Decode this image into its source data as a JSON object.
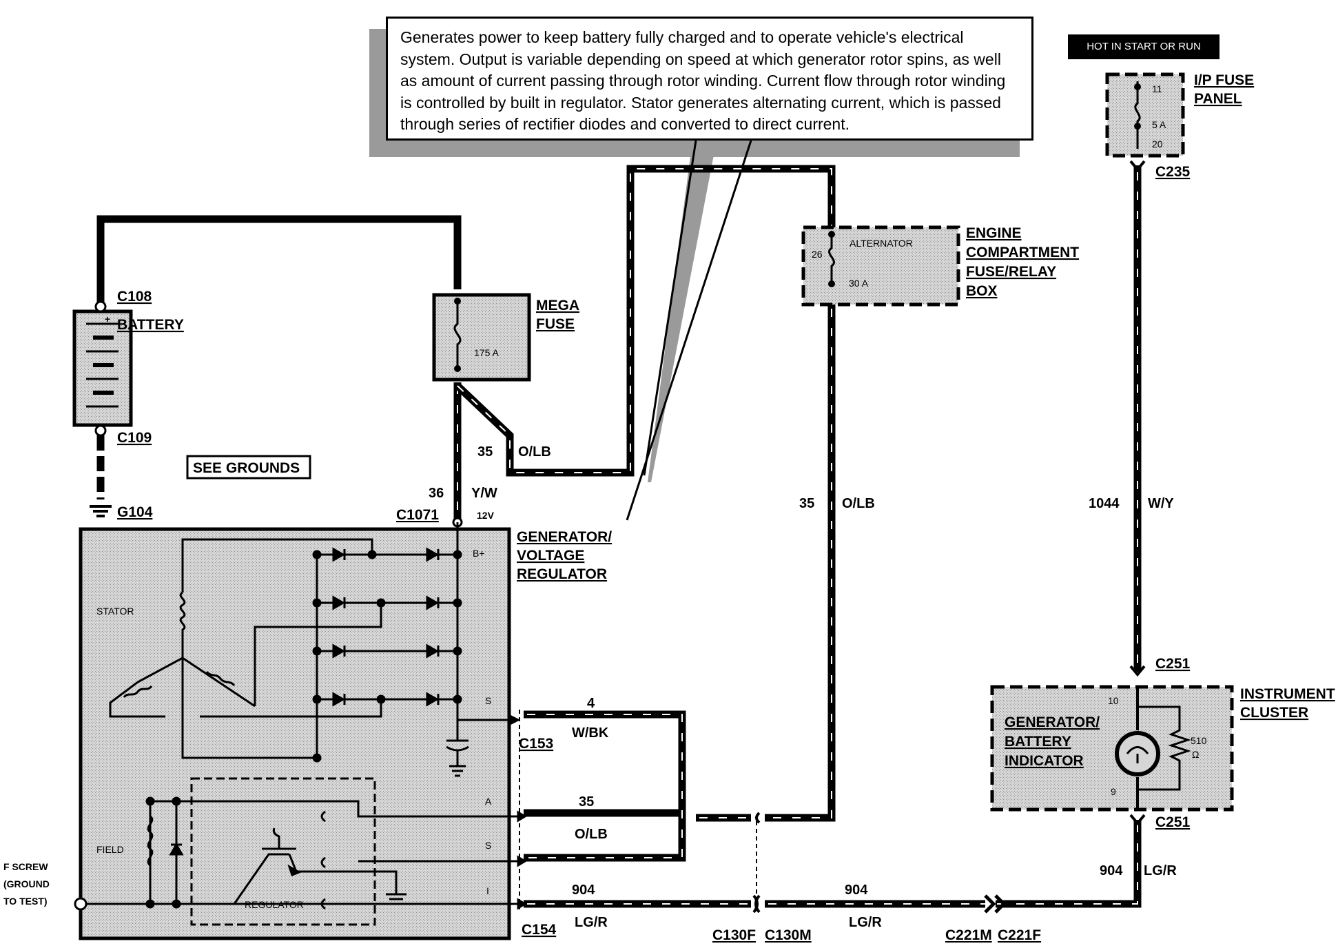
{
  "note": "Generates power to keep battery fully charged and to operate vehicle's electrical system. Output is variable depending on speed at which generator rotor spins, as well as amount of current passing through rotor winding. Current flow through rotor winding is controlled by built in regulator. Stator generates alternating current, which is passed through series of rectifier diodes and converted to direct current.",
  "hot_label": "HOT IN START OR RUN",
  "components": {
    "battery": "BATTERY",
    "mega_fuse_1": "MEGA",
    "mega_fuse_2": "FUSE",
    "mega_fuse_rating": "175 A",
    "ip_fuse_1": "I/P FUSE",
    "ip_fuse_2": "PANEL",
    "ip_fuse_num": "11",
    "ip_fuse_rating": "5 A",
    "ip_fuse_pin": "20",
    "engine_1": "ENGINE",
    "engine_2": "COMPARTMENT",
    "engine_3": "FUSE/RELAY",
    "engine_4": "BOX",
    "alternator_fuse": "ALTERNATOR",
    "alternator_num": "26",
    "alternator_rating": "30 A",
    "gen_1": "GENERATOR/",
    "gen_2": "VOLTAGE",
    "gen_3": "REGULATOR",
    "stator": "STATOR",
    "field": "FIELD",
    "regulator": "REGULATOR",
    "bplus": "B+",
    "term_s1": "S",
    "term_a": "A",
    "term_s2": "S",
    "term_i": "I",
    "cluster_1": "INSTRUMENT",
    "cluster_2": "CLUSTER",
    "indicator_1": "GENERATOR/",
    "indicator_2": "BATTERY",
    "indicator_3": "INDICATOR",
    "resistor": "510",
    "ohm": "Ω",
    "pin10": "10",
    "pin9": "9",
    "see_grounds": "SEE GROUNDS",
    "fscrew_1": "F SCREW",
    "fscrew_2": "(GROUND",
    "fscrew_3": "TO TEST)",
    "volt": "12V"
  },
  "connectors": {
    "c108": "C108",
    "c109": "C109",
    "g104": "G104",
    "c1071": "C1071",
    "c235": "C235",
    "c251a": "C251",
    "c251b": "C251",
    "c153": "C153",
    "c154": "C154",
    "c130f": "C130F",
    "c130m": "C130M",
    "c221m": "C221M",
    "c221f": "C221F"
  },
  "wires": {
    "w35a": "35",
    "olb_a": "O/LB",
    "w36": "36",
    "yw": "Y/W",
    "w35b": "35",
    "olb_b": "O/LB",
    "w1044": "1044",
    "wy": "W/Y",
    "w4": "4",
    "wbk": "W/BK",
    "w35c": "35",
    "olb_c": "O/LB",
    "w904a": "904",
    "lgr_a": "LG/R",
    "w904b": "904",
    "lgr_b": "LG/R",
    "w904c": "904",
    "lgr_c": "LG/R"
  }
}
